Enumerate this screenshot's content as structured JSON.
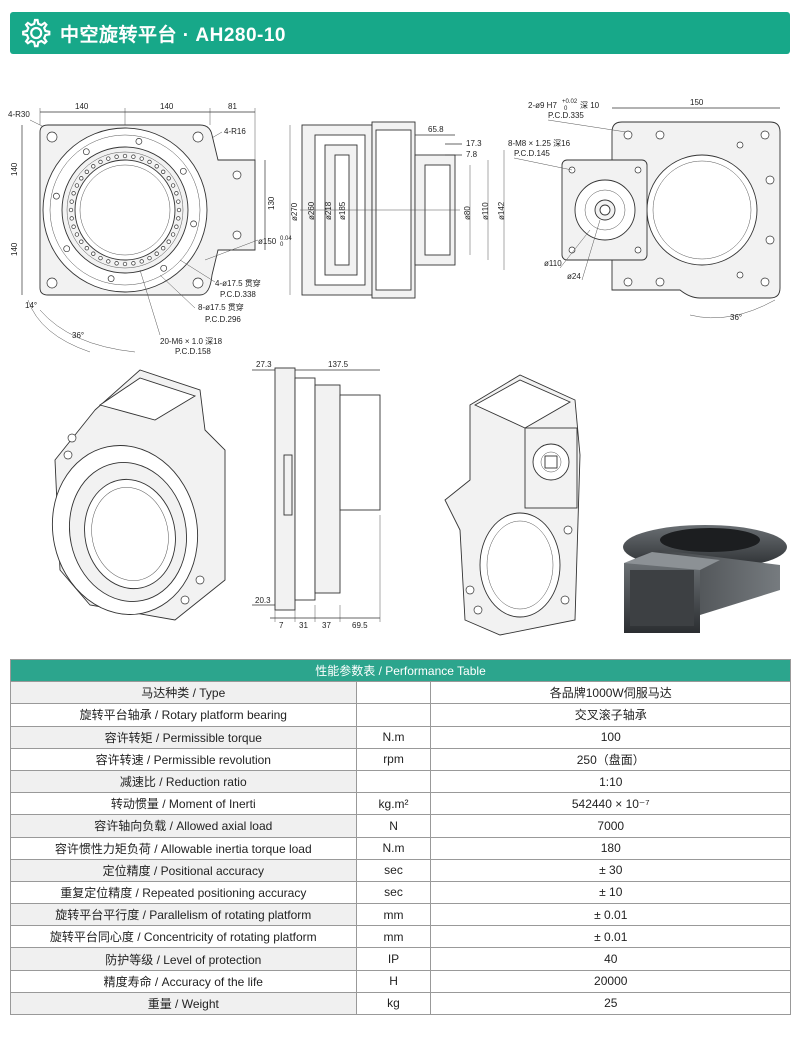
{
  "header": {
    "title": "中空旋转平台 · AH280-10",
    "icon": "gear-icon",
    "color": "#17a889"
  },
  "drawing": {
    "front": {
      "top_dims": [
        "140",
        "140",
        "81"
      ],
      "r30": "4-R30",
      "r16": "4-R16",
      "left_dims": [
        "140",
        "140"
      ],
      "d130": "130",
      "d150": "ø150",
      "d150_tol_top": "0.04",
      "d150_tol_bot": "0",
      "holes1": "4-ø17.5 贯穿",
      "holes1_pcd": "P.C.D.338",
      "holes2": "8-ø17.5 贯穿",
      "holes2_pcd": "P.C.D.296",
      "holes3": "20-M6 × 1.0  深18",
      "holes3_pcd": "P.C.D.158",
      "ang1": "14°",
      "ang2": "36°"
    },
    "side": {
      "d270": "ø270",
      "d260": "ø260",
      "d218": "ø218",
      "d185": "ø185",
      "d80": "ø80",
      "d110": "ø110",
      "d142": "ø142",
      "d658": "65.8",
      "d173": "17.3",
      "d78": "7.8"
    },
    "right": {
      "pin": "2-ø9 H7",
      "pin_tol_top": "+0.02",
      "pin_tol_bot": "0",
      "pin_depth": "深 10",
      "pin_pcd": "P.C.D.335",
      "d150": "150",
      "m8": "8-M8 × 1.25  深16",
      "m8_pcd": "P.C.D.145",
      "d110": "ø110",
      "d24": "ø24",
      "ang": "36°"
    },
    "bottom": {
      "d273": "27.3",
      "d1375": "137.5",
      "d203": "20.3",
      "d7": "7",
      "d31": "31",
      "d37": "37",
      "d695": "69.5"
    }
  },
  "table": {
    "title": "性能参数表 / Performance Table",
    "header_color": "#2ca58d",
    "rows": [
      {
        "name": "马达种类 / Type",
        "unit": "",
        "value": "各品牌1000W伺服马达"
      },
      {
        "name": "旋转平台轴承 / Rotary platform bearing",
        "unit": "",
        "value": "交叉滚子轴承"
      },
      {
        "name": "容许转矩 / Permissible torque",
        "unit": "N.m",
        "value": "100"
      },
      {
        "name": "容许转速 / Permissible revolution",
        "unit": "rpm",
        "value": "250（盘面）"
      },
      {
        "name": "减速比 / Reduction ratio",
        "unit": "",
        "value": "1:10"
      },
      {
        "name": "转动惯量 / Moment of Inerti",
        "unit": "kg.m²",
        "value": "542440 × 10⁻⁷"
      },
      {
        "name": "容许轴向负载 / Allowed axial load",
        "unit": "N",
        "value": "7000"
      },
      {
        "name": "容许惯性力矩负荷 / Allowable inertia torque load",
        "unit": "N.m",
        "value": "180"
      },
      {
        "name": "定位精度 / Positional accuracy",
        "unit": "sec",
        "value": "± 30"
      },
      {
        "name": "重复定位精度 / Repeated positioning accuracy",
        "unit": "sec",
        "value": "± 10"
      },
      {
        "name": "旋转平台平行度 / Parallelism of rotating platform",
        "unit": "mm",
        "value": "± 0.01"
      },
      {
        "name": "旋转平台同心度 / Concentricity of rotating platform",
        "unit": "mm",
        "value": "± 0.01"
      },
      {
        "name": "防护等级 / Level of protection",
        "unit": "IP",
        "value": "40"
      },
      {
        "name": "精度寿命 / Accuracy of the life",
        "unit": "H",
        "value": "20000"
      },
      {
        "name": "重量 / Weight",
        "unit": "kg",
        "value": "25"
      }
    ]
  }
}
